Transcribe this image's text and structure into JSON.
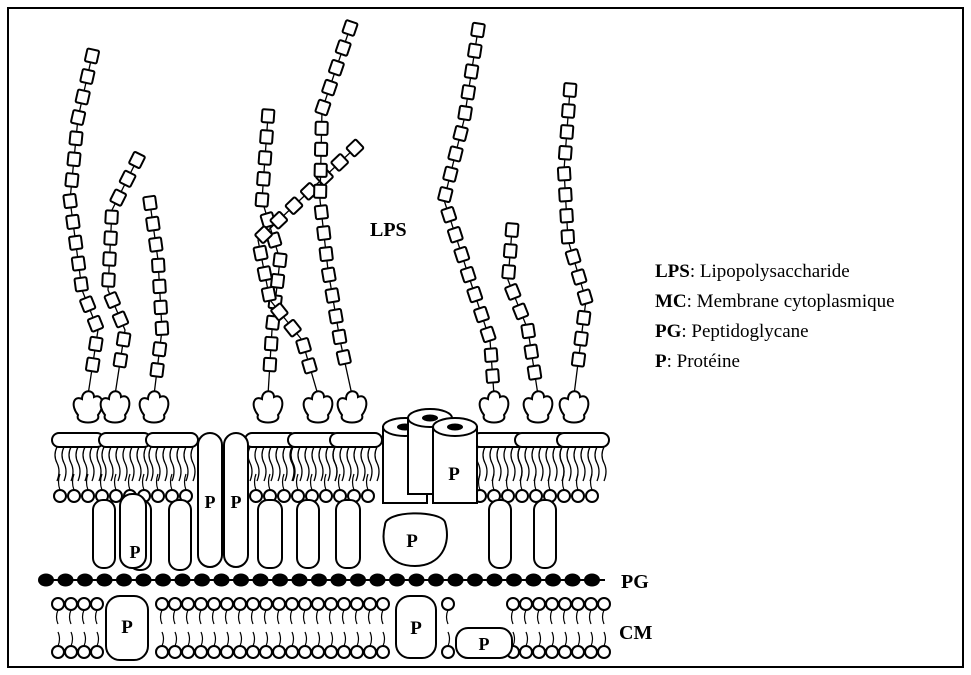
{
  "diagram": {
    "labels": {
      "lps": "LPS",
      "pg": "PG",
      "cm": "CM",
      "protein": "P"
    },
    "legend": [
      {
        "abbr": "LPS",
        "text": ": Lipopolysaccharide"
      },
      {
        "abbr": "MC",
        "text": ": Membrane cytoplasmique"
      },
      {
        "abbr": "PG",
        "text": ": Peptidoglycane"
      },
      {
        "abbr": "P",
        "text": ": Protéine"
      }
    ]
  }
}
